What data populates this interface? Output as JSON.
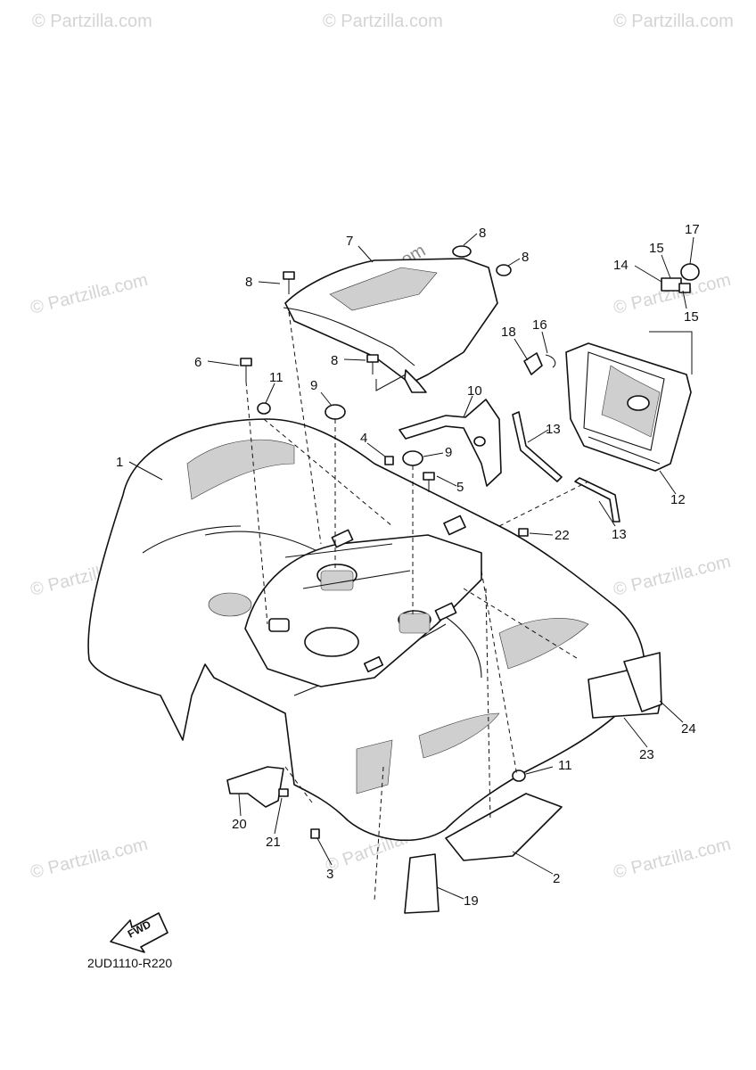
{
  "watermark": {
    "text": "© Partzilla.com"
  },
  "diagram": {
    "reference_code": "2UD1110-R220",
    "fwd_label": "FWD",
    "callouts": [
      "1",
      "2",
      "3",
      "4",
      "5",
      "6",
      "7",
      "8",
      "8",
      "8",
      "8",
      "9",
      "9",
      "10",
      "11",
      "11",
      "12",
      "13",
      "13",
      "14",
      "15",
      "15",
      "16",
      "17",
      "18",
      "19",
      "20",
      "21",
      "22",
      "23",
      "24"
    ]
  },
  "colors": {
    "line": "#111111",
    "shade": "#cfcfcf",
    "watermark": "#d4d4d4"
  }
}
